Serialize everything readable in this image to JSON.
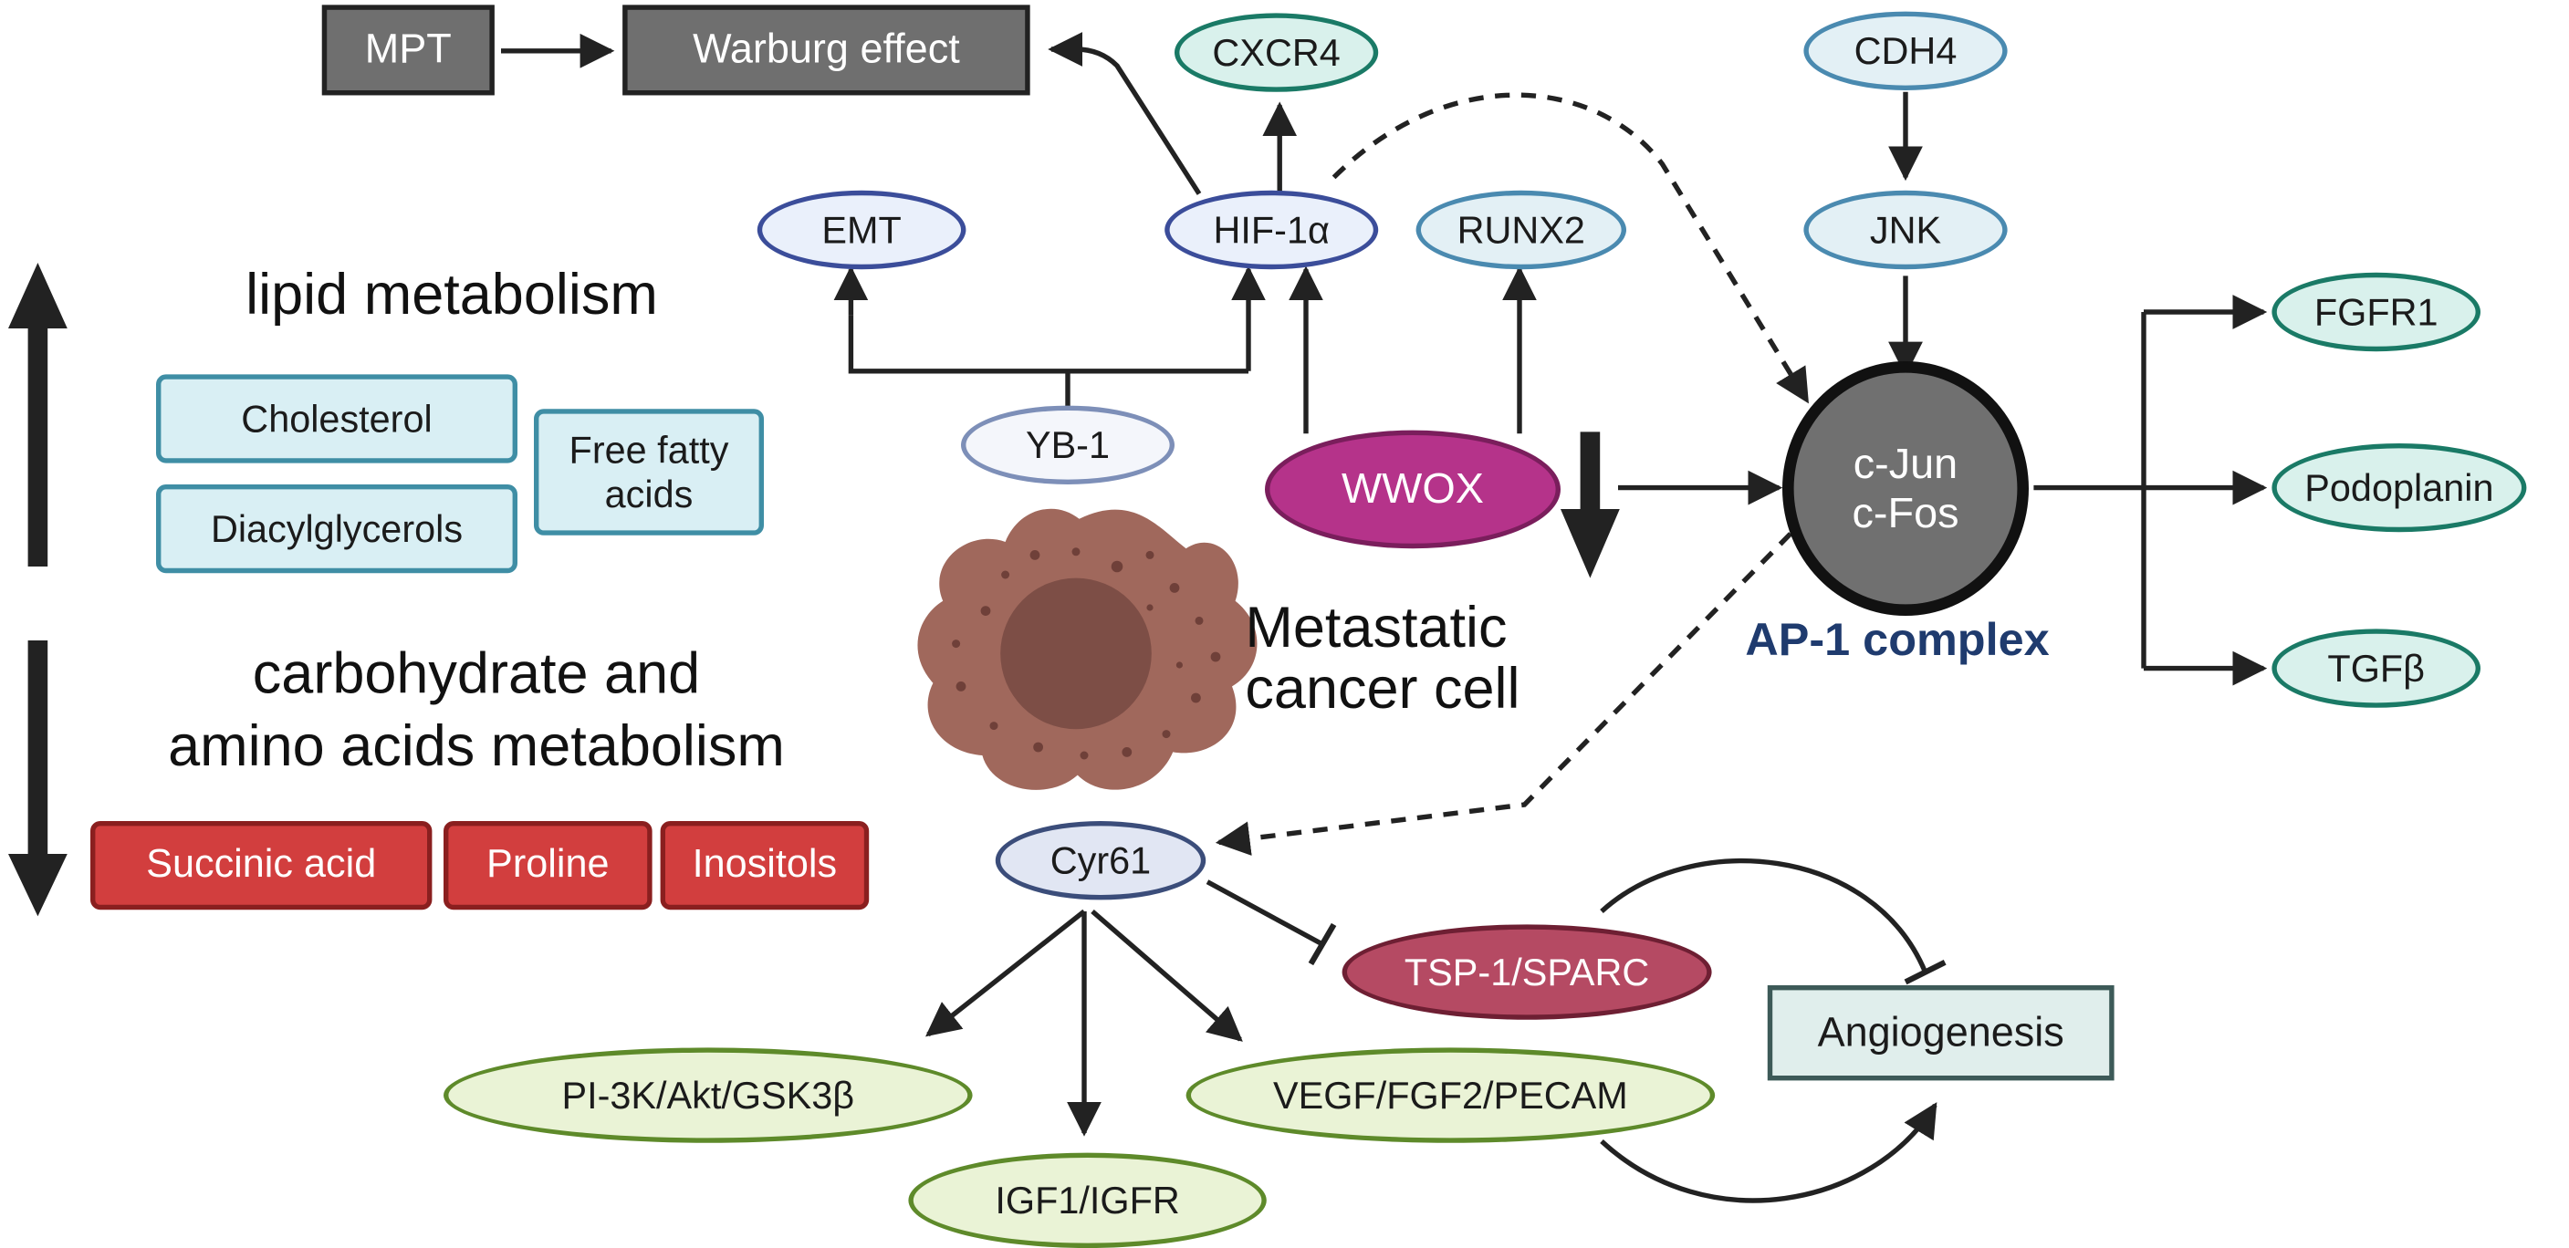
{
  "nodes": {
    "mpt": "MPT",
    "warburg": "Warburg effect",
    "cxcr4": "CXCR4",
    "cdh4": "CDH4",
    "emt": "EMT",
    "hif1a": "HIF-1α",
    "runx2": "RUNX2",
    "jnk": "JNK",
    "fgfr1": "FGFR1",
    "yb1": "YB-1",
    "wwox": "WWOX",
    "cjun": "c-Jun",
    "cfos": "c-Fos",
    "podoplanin": "Podoplanin",
    "tgfb": "TGFβ",
    "ap1": "AP-1 complex",
    "cyr61": "Cyr61",
    "tsp1": "TSP-1/SPARC",
    "angiogenesis": "Angiogenesis",
    "pi3k": "PI-3K/Akt/GSK3β",
    "vegf": "VEGF/FGF2/PECAM",
    "igf1": "IGF1/IGFR"
  },
  "metabolism": {
    "lipid_title": "lipid metabolism",
    "lipid_items": [
      "Cholesterol",
      "Diacylglycerols",
      "Free fatty acids"
    ],
    "carb_title_line1": "carbohydrate and",
    "carb_title_line2": "amino acids metabolism",
    "carb_items": [
      "Succinic acid",
      "Proline",
      "Inositols"
    ]
  },
  "cell_label_line1": "Metastatic",
  "cell_label_line2": "cancer cell",
  "colors": {
    "wwox": "#b5338a",
    "cjun_fos": "#707070",
    "ap1_text": "#1f3b6e",
    "cell_body": "#a0685c",
    "cell_nucleus": "#7d4e46",
    "tsp1": "#b54a63"
  }
}
